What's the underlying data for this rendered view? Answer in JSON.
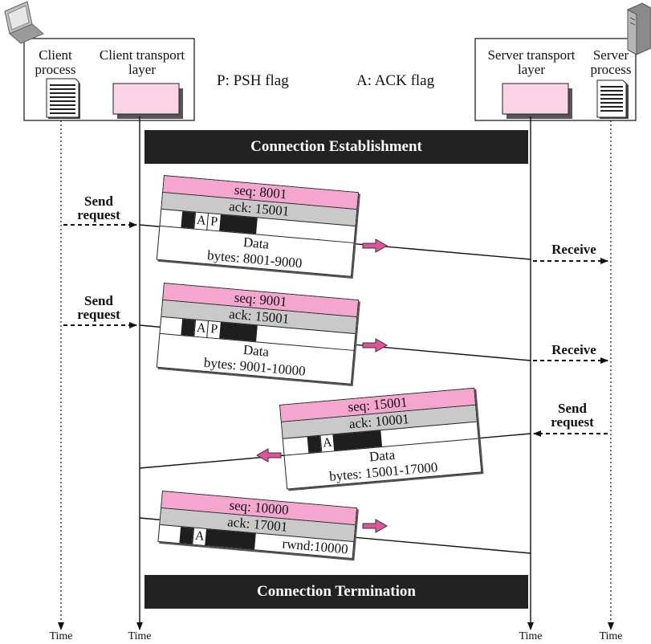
{
  "entities": {
    "client_process": "Client\nprocess",
    "client_transport": "Client transport\nlayer",
    "server_transport": "Server transport\nlayer",
    "server_process": "Server\nprocess"
  },
  "legend": {
    "psh": "P: PSH flag",
    "ack": "A: ACK flag"
  },
  "phases": {
    "establishment": "Connection Establishment",
    "termination": "Connection Termination"
  },
  "events": {
    "send_request": "Send\nrequest",
    "receive": "Receive"
  },
  "segments": [
    {
      "seq": "seq: 8001",
      "ack": "ack: 15001",
      "flags": [
        "A",
        "P"
      ],
      "data": "Data\nbytes: 8001-9000"
    },
    {
      "seq": "seq: 9001",
      "ack": "ack: 15001",
      "flags": [
        "A",
        "P"
      ],
      "data": "Data\nbytes: 9001-10000"
    },
    {
      "seq": "seq: 15001",
      "ack": "ack: 10001",
      "flags": [
        "A"
      ],
      "data": "Data\nbytes: 15001-17000"
    },
    {
      "seq": "seq: 10000",
      "ack": "ack: 17001",
      "flags": [
        "A"
      ],
      "rwnd": "rwnd:10000"
    }
  ],
  "time_label": "Time",
  "colors": {
    "seq_fill": "#f4a6cf",
    "ack_fill": "#c9c9c9",
    "arrow": "#e0529a",
    "banner": "#222222",
    "transport_box": "#fbd3e6"
  }
}
